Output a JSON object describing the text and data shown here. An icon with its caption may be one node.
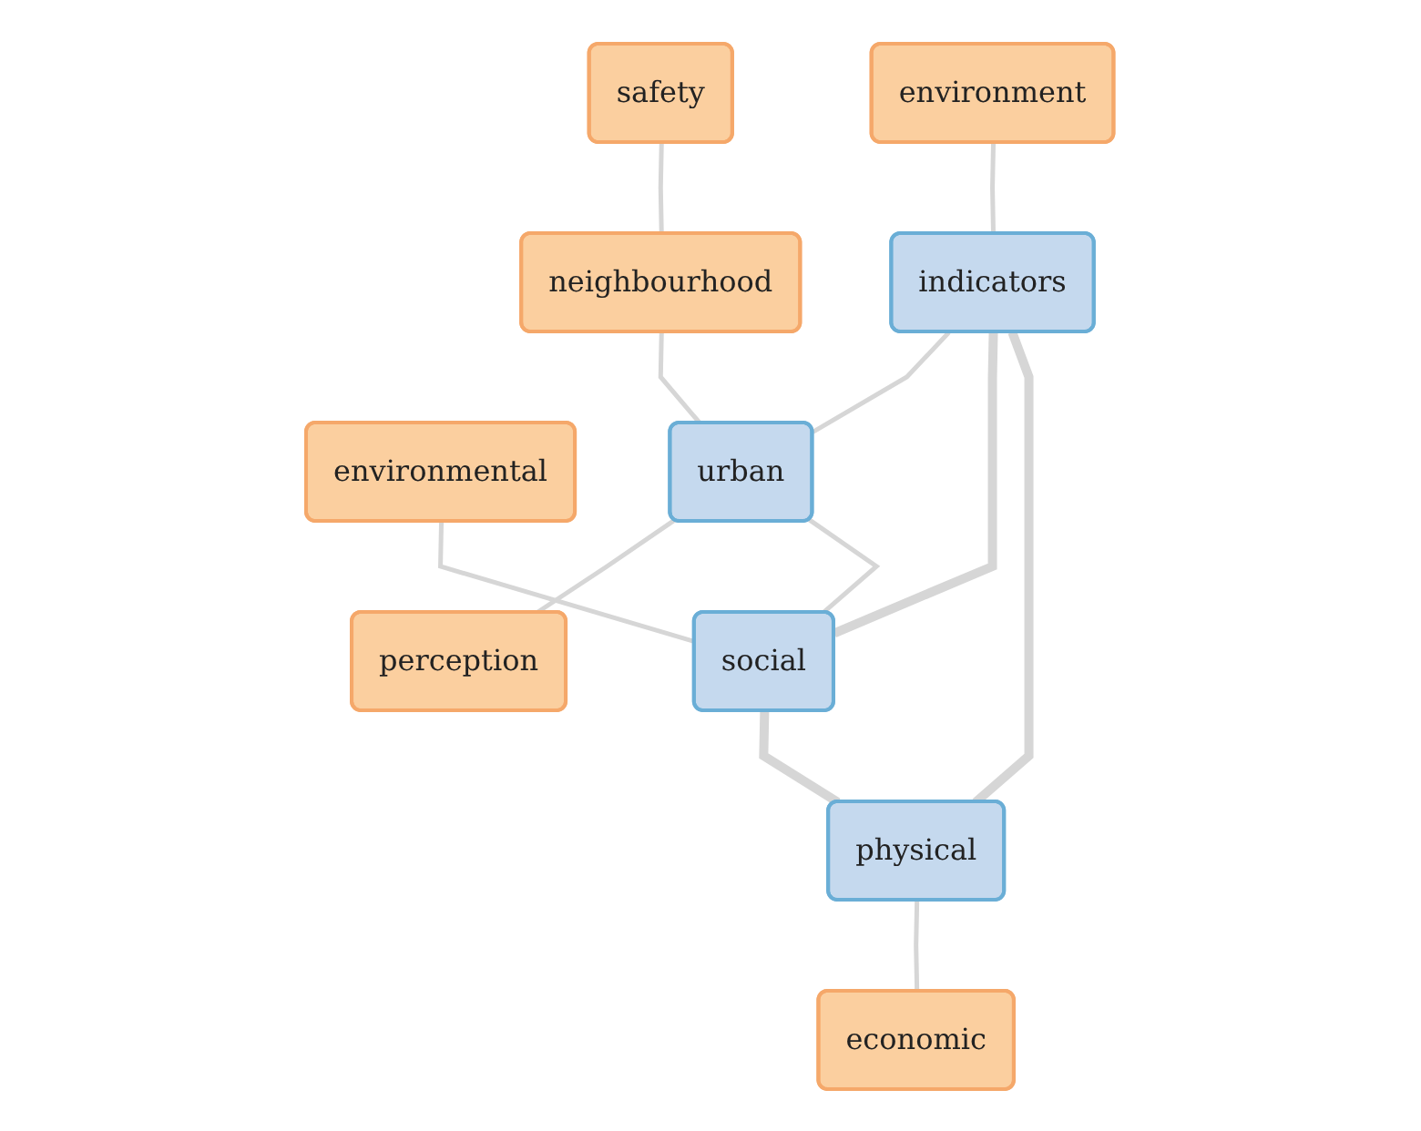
{
  "diagram": {
    "nodes": [
      {
        "text": [
          "safety"
        ]
      },
      {
        "text": [
          "environment"
        ]
      },
      {
        "text": [
          "neighbourhood"
        ]
      },
      {
        "text": [
          "environmental"
        ]
      },
      {
        "text": [
          "indicators"
        ]
      },
      {
        "text": [
          "urban"
        ]
      },
      {
        "text": [
          "perception"
        ]
      },
      {
        "text": [
          "social"
        ]
      },
      {
        "text": [
          "physical"
        ]
      },
      {
        "text": [
          "economic"
        ]
      }
    ],
    "edges": [
      {
        "from": 0,
        "to": 2,
        "arrow": "none"
      },
      {
        "from": 2,
        "to": 5,
        "arrow": "none"
      },
      {
        "from": 1,
        "to": 4,
        "arrow": "none"
      },
      {
        "from": 3,
        "to": 7,
        "arrow": "none"
      },
      {
        "from": 4,
        "to": 5,
        "arrow": "none"
      },
      {
        "from": 4,
        "to": 7,
        "arrow": "none",
        "style": "thick"
      },
      {
        "from": 4,
        "to": 8,
        "arrow": "none",
        "style": "thick"
      },
      {
        "from": 5,
        "to": 6,
        "arrow": "none"
      },
      {
        "from": 5,
        "to": 7,
        "arrow": "none"
      },
      {
        "from": 7,
        "to": 8,
        "arrow": "none",
        "style": "thick"
      },
      {
        "from": 8,
        "to": 9,
        "arrow": "none"
      }
    ]
  }
}
